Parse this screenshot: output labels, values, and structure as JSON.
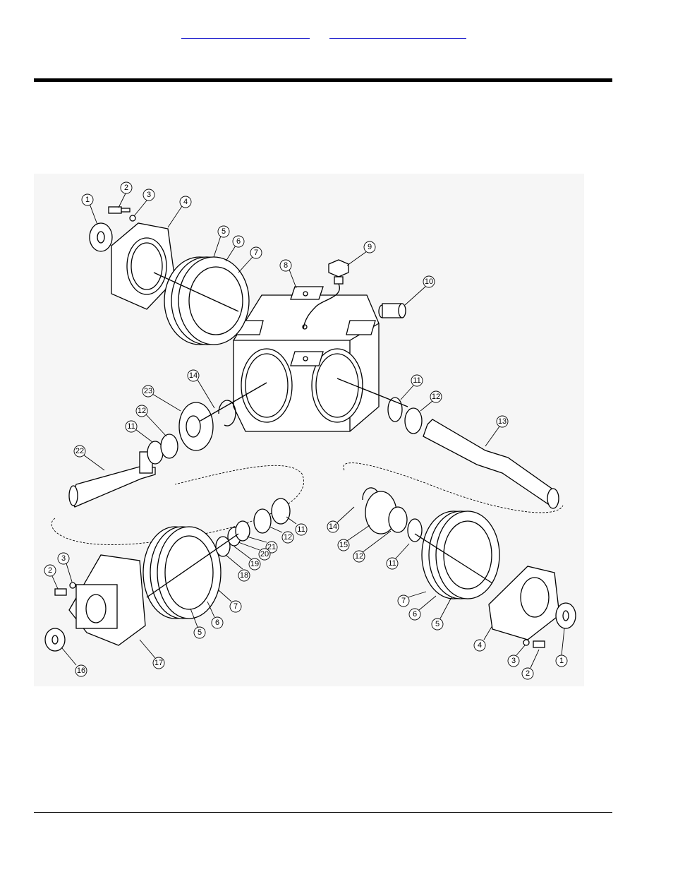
{
  "nav": {
    "link_1": "",
    "link_2": ""
  },
  "diagram": {
    "callouts": [
      "1",
      "2",
      "3",
      "4",
      "5",
      "6",
      "7",
      "8",
      "9",
      "10",
      "11",
      "12",
      "13",
      "14",
      "22",
      "23",
      "12",
      "11",
      "11",
      "12",
      "21",
      "20",
      "19",
      "18",
      "14",
      "15",
      "12",
      "11",
      "7",
      "6",
      "5",
      "4",
      "3",
      "2",
      "1",
      "3",
      "2",
      "16",
      "17",
      "5",
      "6",
      "7"
    ]
  }
}
